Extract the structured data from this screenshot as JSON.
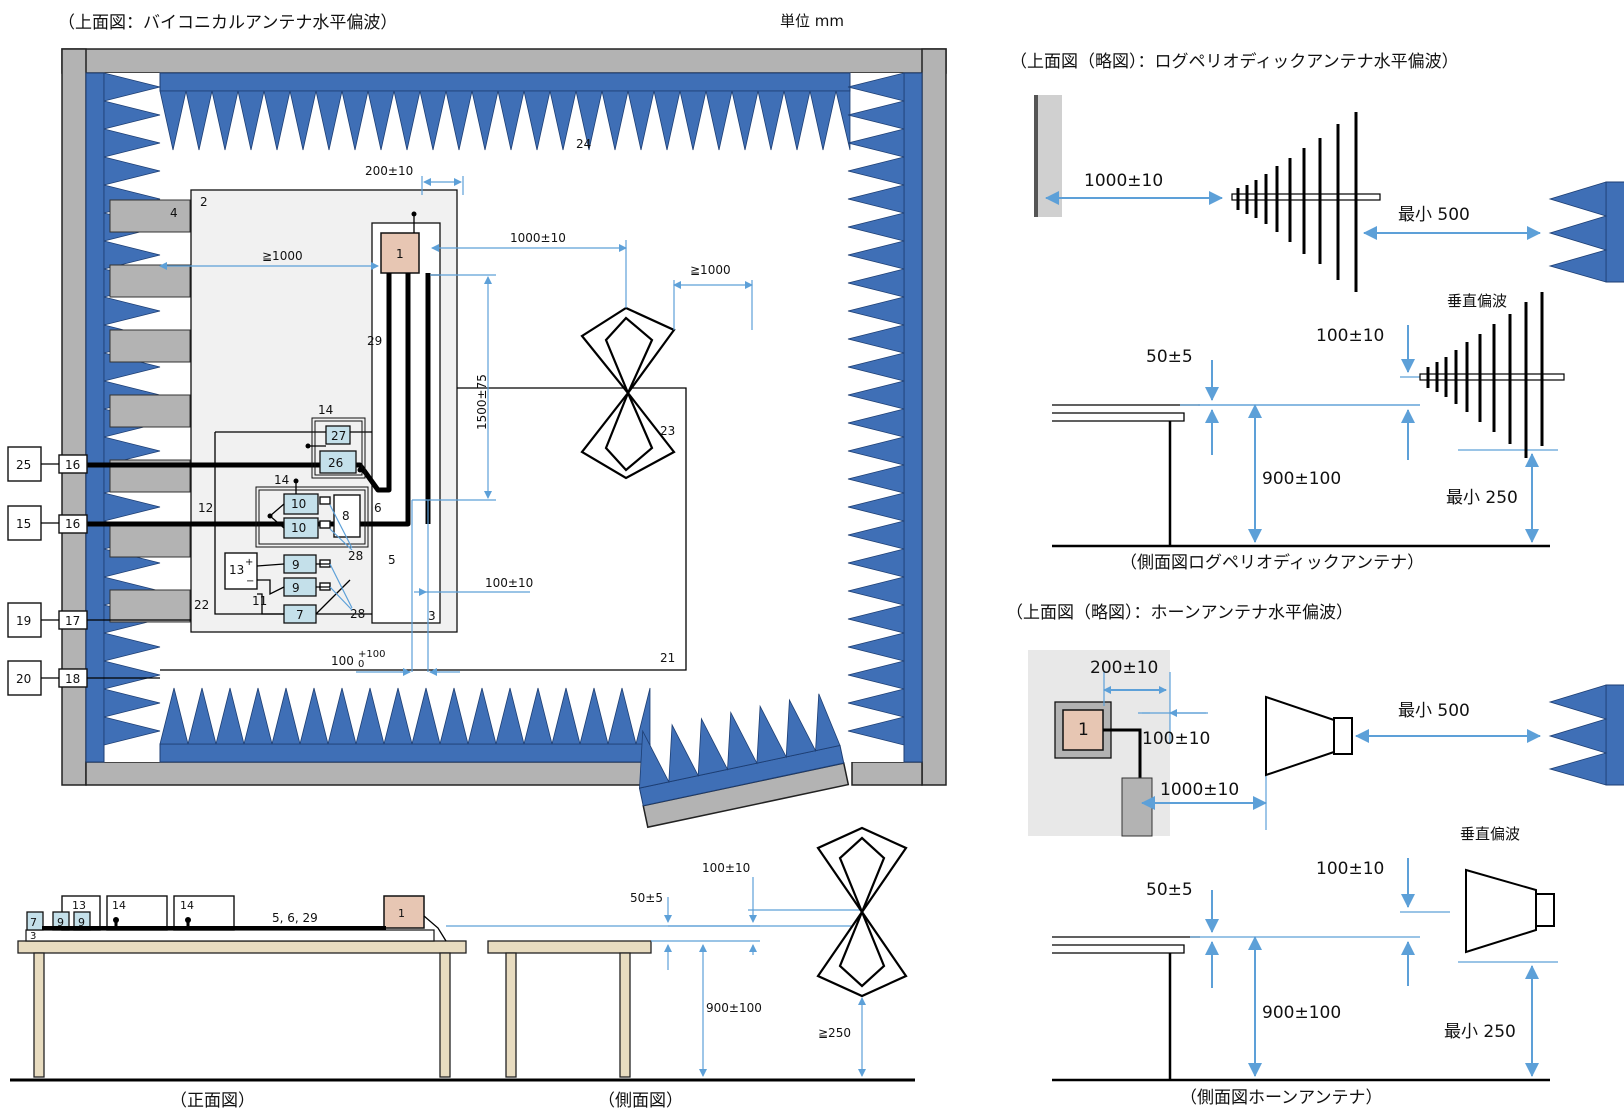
{
  "titles": {
    "main_top": "（上面図：バイコニカルアンテナ水平偏波）",
    "unit": "単位 mm",
    "front_view": "（正面図）",
    "side_view": "（側面図）",
    "lpda_top": "（上面図（略図）：ログペリオディックアンテナ水平偏波）",
    "lpda_side": "（側面図ログペリオディックアンテナ）",
    "horn_top": "（上面図（略図）：ホーンアンテナ水平偏波）",
    "horn_side": "（側面図ホーンアンテナ）"
  },
  "main_labels": {
    "n1": "1",
    "n2": "2",
    "n3": "3",
    "n4": "4",
    "n5": "5",
    "n6": "6",
    "n7": "7",
    "n8": "8",
    "n9": "9",
    "n10": "10",
    "n11": "11",
    "n12": "12",
    "n13": "13",
    "n14": "14",
    "n15": "15",
    "n16": "16",
    "n17": "17",
    "n18": "18",
    "n19": "19",
    "n20": "20",
    "n21": "21",
    "n22": "22",
    "n23": "23",
    "n24": "24",
    "n25": "25",
    "n26": "26",
    "n27": "27",
    "n28": "28",
    "n29": "29",
    "plus": "+",
    "minus": "−"
  },
  "main_dims": {
    "d200": "200±10",
    "d1000a": "≧1000",
    "d1000b": "1000±10",
    "d1000c": "≧1000",
    "d1500": "1500±75",
    "d100": "100±10",
    "d100tol_base": "100",
    "d100tol_up": "+100",
    "d100tol_low": "0"
  },
  "front_labels": {
    "cables": "5, 6, 29",
    "n13": "13",
    "n14a": "14",
    "n14b": "14",
    "n7": "7",
    "n9a": "9",
    "n9b": "9",
    "n1": "1",
    "n3": "3"
  },
  "side_dims": {
    "d100": "100±10",
    "d50": "50±5",
    "d900": "900±100",
    "d250": "≧250"
  },
  "lpda": {
    "d1000": "1000±10",
    "min500": "最小 500",
    "vertical": "垂直偏波",
    "d100": "100±10",
    "d50": "50±5",
    "d900": "900±100",
    "min250": "最小 250"
  },
  "horn": {
    "d200": "200±10",
    "d100": "100±10",
    "d1000": "1000±10",
    "min500": "最小 500",
    "vertical": "垂直偏波",
    "d100v": "100±10",
    "d50": "50±5",
    "d900": "900±100",
    "min250": "最小 250",
    "n1": "1"
  },
  "colors": {
    "absorber": "#3f6fb6",
    "wall": "#b3b3b3",
    "eut": "#e7c6b3",
    "peripheral": "#c4e0ea",
    "dimension": "#5da0d8",
    "table": "#e8dcc0"
  }
}
